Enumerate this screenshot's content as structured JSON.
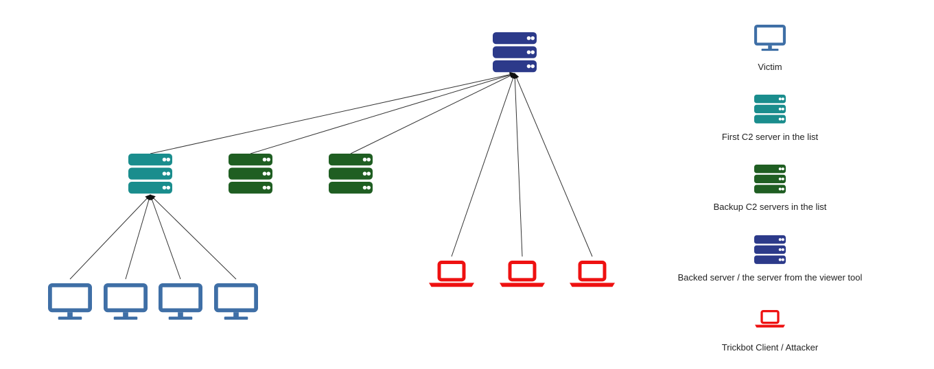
{
  "colors": {
    "victim": "#3f6fa6",
    "first_c2": "#1a8d8d",
    "backup_c2": "#1f5e22",
    "backend": "#2c3a8a",
    "attacker": "#ee1111",
    "edge": "#333333"
  },
  "nodes": [
    {
      "id": "backend-server",
      "icon": "backend-server-icon",
      "role": "backend"
    },
    {
      "id": "first-c2-server",
      "icon": "first-c2-server-icon",
      "role": "first_c2"
    },
    {
      "id": "backup-c2-server-1",
      "icon": "backup-c2-server-icon",
      "role": "backup_c2"
    },
    {
      "id": "backup-c2-server-2",
      "icon": "backup-c2-server-icon",
      "role": "backup_c2"
    },
    {
      "id": "victim-1",
      "icon": "victim-monitor-icon",
      "role": "victim"
    },
    {
      "id": "victim-2",
      "icon": "victim-monitor-icon",
      "role": "victim"
    },
    {
      "id": "victim-3",
      "icon": "victim-monitor-icon",
      "role": "victim"
    },
    {
      "id": "victim-4",
      "icon": "victim-monitor-icon",
      "role": "victim"
    },
    {
      "id": "attacker-1",
      "icon": "attacker-laptop-icon",
      "role": "attacker"
    },
    {
      "id": "attacker-2",
      "icon": "attacker-laptop-icon",
      "role": "attacker"
    },
    {
      "id": "attacker-3",
      "icon": "attacker-laptop-icon",
      "role": "attacker"
    }
  ],
  "edges": [
    {
      "from": "first-c2-server",
      "to": "backend-server"
    },
    {
      "from": "backup-c2-server-1",
      "to": "backend-server"
    },
    {
      "from": "backup-c2-server-2",
      "to": "backend-server"
    },
    {
      "from": "attacker-1",
      "to": "backend-server"
    },
    {
      "from": "attacker-2",
      "to": "backend-server"
    },
    {
      "from": "attacker-3",
      "to": "backend-server"
    },
    {
      "from": "victim-1",
      "to": "first-c2-server"
    },
    {
      "from": "victim-2",
      "to": "first-c2-server"
    },
    {
      "from": "victim-3",
      "to": "first-c2-server"
    },
    {
      "from": "victim-4",
      "to": "first-c2-server"
    }
  ],
  "legend": {
    "victim": "Victim",
    "first_c2": "First C2 server in the list",
    "backup_c2": "Backup C2 servers in the list",
    "backend": "Backed server / the server from the viewer tool",
    "attacker": "Trickbot Client / Attacker"
  }
}
